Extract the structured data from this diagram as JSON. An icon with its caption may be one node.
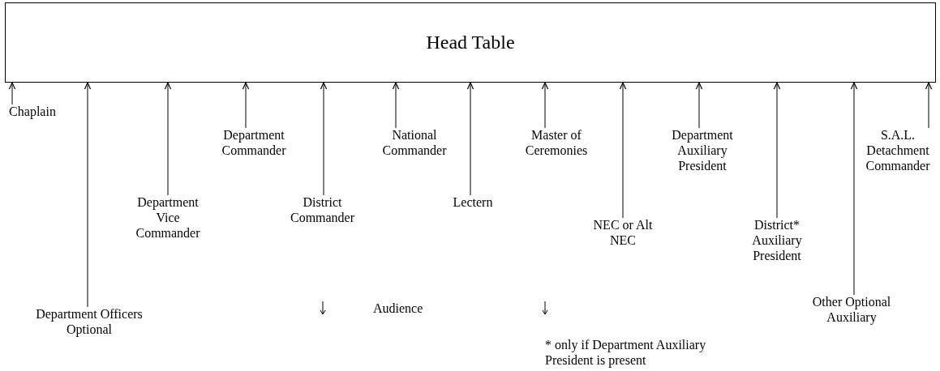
{
  "diagram": {
    "nodes": [
      {
        "text": [
          "Head Table"
        ]
      },
      {
        "text": [
          "Chaplain"
        ]
      },
      {
        "text": [
          "Department Officers Optional"
        ]
      },
      {
        "text": [
          "Department Vice Commander"
        ]
      },
      {
        "text": [
          "Department Commander"
        ]
      },
      {
        "text": [
          "District Commander"
        ]
      },
      {
        "text": [
          "National Commander"
        ]
      },
      {
        "text": [
          "Lectern"
        ]
      },
      {
        "text": [
          "Master of Ceremonies"
        ]
      },
      {
        "text": [
          "NEC or Alt NEC"
        ]
      },
      {
        "text": [
          "Department Auxiliary President"
        ]
      },
      {
        "text": [
          "District* Auxiliary President"
        ]
      },
      {
        "text": [
          "Other Optional Auxiliary"
        ]
      },
      {
        "text": [
          "S.A.L. Detachment Commander"
        ]
      }
    ],
    "edges": [
      {
        "from": 1,
        "to": 0,
        "arrow": "to"
      },
      {
        "from": 2,
        "to": 0,
        "arrow": "to"
      },
      {
        "from": 3,
        "to": 0,
        "arrow": "to"
      },
      {
        "from": 4,
        "to": 0,
        "arrow": "to"
      },
      {
        "from": 5,
        "to": 0,
        "arrow": "to"
      },
      {
        "from": 6,
        "to": 0,
        "arrow": "to"
      },
      {
        "from": 7,
        "to": 0,
        "arrow": "to"
      },
      {
        "from": 8,
        "to": 0,
        "arrow": "to"
      },
      {
        "from": 9,
        "to": 0,
        "arrow": "to"
      },
      {
        "from": 10,
        "to": 0,
        "arrow": "to"
      },
      {
        "from": 11,
        "to": 0,
        "arrow": "to"
      },
      {
        "from": 12,
        "to": 0,
        "arrow": "to"
      },
      {
        "from": 13,
        "to": 0,
        "arrow": "to"
      }
    ],
    "labels": [
      "Audience",
      "* only if Department Auxiliary President is present"
    ]
  }
}
